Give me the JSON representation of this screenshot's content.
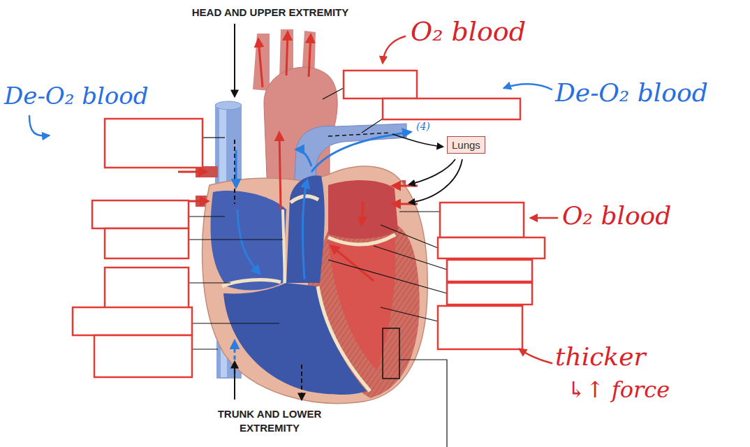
{
  "diagram": {
    "nodes": [
      {
        "text": [
          "Lungs"
        ]
      }
    ],
    "labels": [
      "HEAD AND UPPER EXTREMITY",
      "O₂ blood",
      "De-O₂ blood",
      "De-O₂ blood",
      "(4)",
      "O₂ blood",
      "thicker",
      "↳↑ force",
      "TRUNK AND LOWER EXTREMITY"
    ]
  }
}
